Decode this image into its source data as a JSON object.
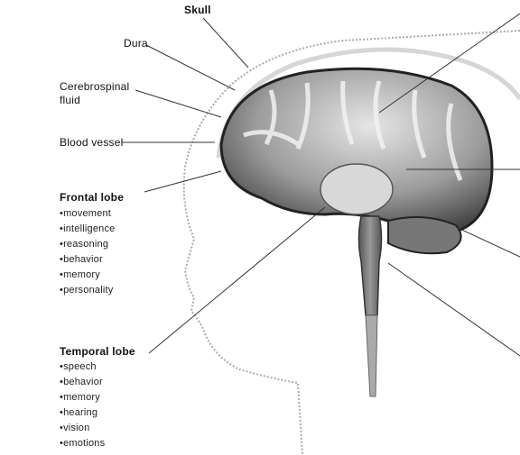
{
  "labels": {
    "skull": "Skull",
    "dura": "Dura",
    "csf_line1": "Cerebrospinal",
    "csf_line2": "fluid",
    "blood_vessel": "Blood vessel",
    "frontal_lobe": "Frontal lobe",
    "temporal_lobe": "Temporal lobe"
  },
  "frontal_functions": [
    "movement",
    "intelligence",
    "reasoning",
    "behavior",
    "memory",
    "personality"
  ],
  "temporal_functions": [
    "speech",
    "behavior",
    "memory",
    "hearing",
    "vision",
    "emotions"
  ]
}
